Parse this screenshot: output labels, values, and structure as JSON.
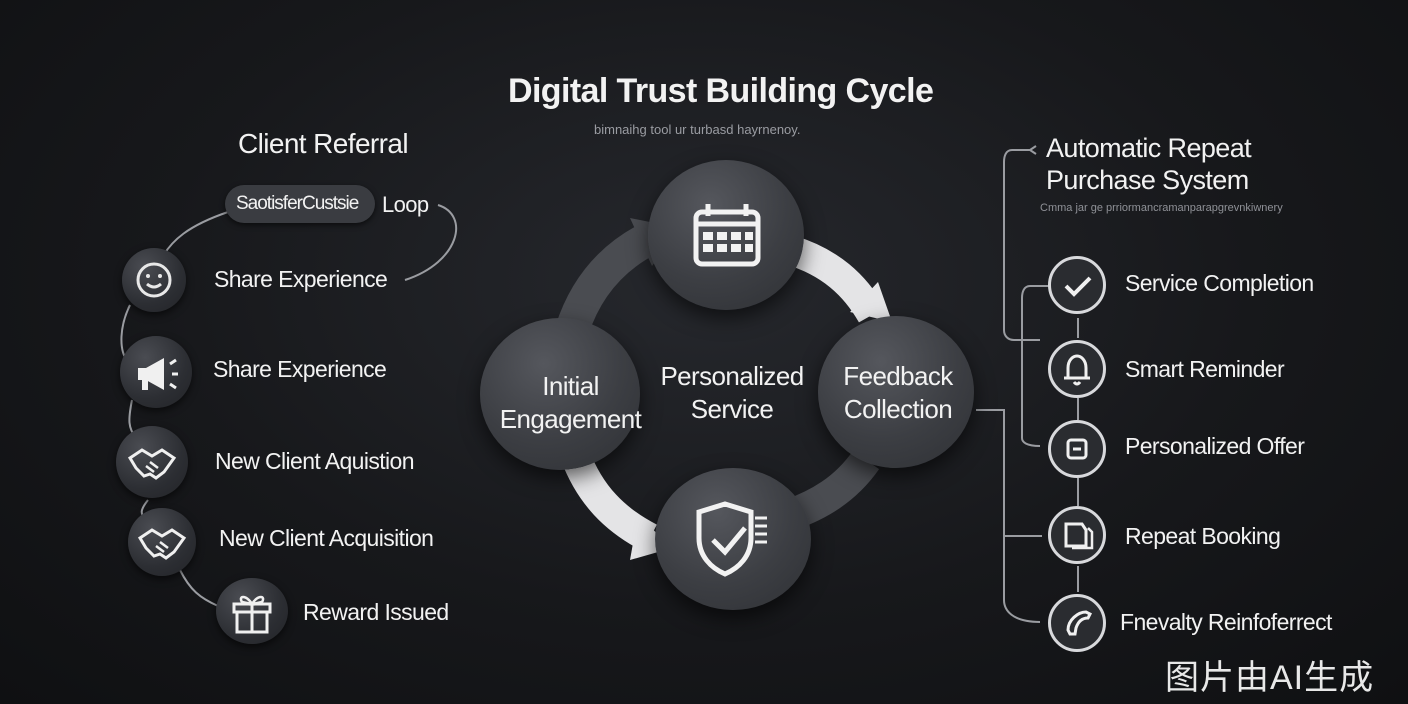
{
  "title": "Digital Trust Building Cycle",
  "subtitle": "bimnaihg tool ur turbasd hayrnenoy.",
  "left": {
    "heading": "Client Referral",
    "pill_text": "SaotisferCustsie",
    "loop_label": "Loop",
    "items": [
      {
        "label": "Share Experience",
        "icon": "smiley-icon"
      },
      {
        "label": "Share Experience",
        "icon": "megaphone-icon"
      },
      {
        "label": "New Client Aquistion",
        "icon": "handshake-icon"
      },
      {
        "label": "New Client Acquisition",
        "icon": "handshake-icon"
      },
      {
        "label": "Reward Issued",
        "icon": "gift-icon"
      }
    ]
  },
  "center": {
    "nodes": [
      {
        "label": "Initial Engagement",
        "icon": null
      },
      {
        "label": "",
        "icon": "calendar-icon"
      },
      {
        "label": "Feedback Collection",
        "icon": null
      },
      {
        "label": "",
        "icon": "shield-icon"
      }
    ],
    "center_label": "Personalized Service"
  },
  "right": {
    "heading": "Automatic Repeat Purchase System",
    "subtitle": "Cmma jar ge prriormancramanparapgrevnkiwnery",
    "items": [
      {
        "label": "Service Completion",
        "icon": "check-icon"
      },
      {
        "label": "Smart Reminder",
        "icon": "bell-icon"
      },
      {
        "label": "Personalized Offer",
        "icon": "offer-icon"
      },
      {
        "label": "Repeat Booking",
        "icon": "booking-icon"
      },
      {
        "label": "Fnevalty Reinfoferrect",
        "icon": "phone-icon"
      }
    ]
  },
  "watermark": "图片由AI生成"
}
